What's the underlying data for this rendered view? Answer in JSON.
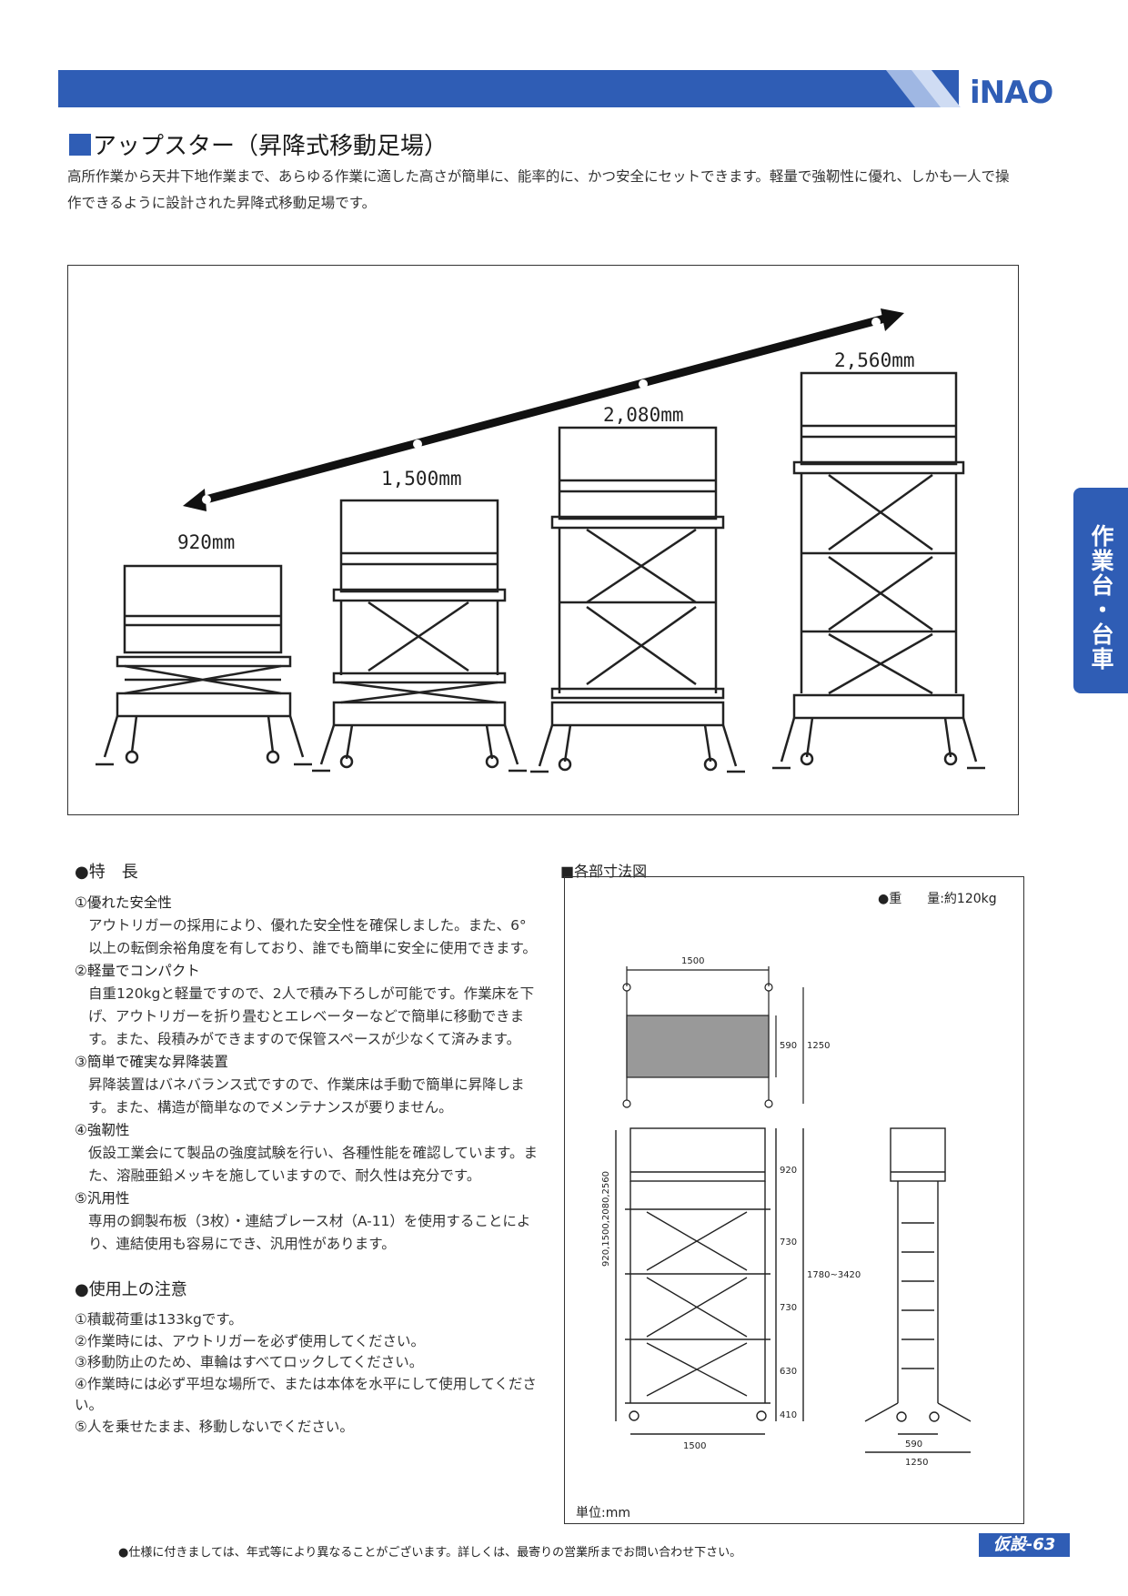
{
  "header": {
    "logo_text": "iNAO",
    "brand_color": "#2f5db5"
  },
  "page_title": "アップスター（昇降式移動足場）",
  "intro": "高所作業から天井下地作業まで、あらゆる作業に適した高さが簡単に、能率的に、かつ安全にセットできます。軽量で強靭性に優れ、しかも一人で操作できるように設計された昇降式移動足場です。",
  "photo": {
    "height_labels": [
      "920mm",
      "1,500mm",
      "2,080mm",
      "2,560mm"
    ]
  },
  "side_tab": "作業台・台車",
  "features": {
    "heading": "●特　長",
    "items": [
      {
        "title": "①優れた安全性",
        "body": "アウトリガーの採用により、優れた安全性を確保しました。また、6°以上の転倒余裕角度を有しており、誰でも簡単に安全に使用できます。"
      },
      {
        "title": "②軽量でコンパクト",
        "body": "自重120kgと軽量ですので、2人で積み下ろしが可能です。作業床を下げ、アウトリガーを折り畳むとエレベーターなどで簡単に移動できます。また、段積みができますので保管スペースが少なくて済みます。"
      },
      {
        "title": "③簡単で確実な昇降装置",
        "body": "昇降装置はバネバランス式ですので、作業床は手動で簡単に昇降します。また、構造が簡単なのでメンテナンスが要りません。"
      },
      {
        "title": "④強靭性",
        "body": "仮設工業会にて製品の強度試験を行い、各種性能を確認しています。また、溶融亜鉛メッキを施していますので、耐久性は充分です。"
      },
      {
        "title": "⑤汎用性",
        "body": "専用の鋼製布板（3枚）・連結ブレース材（A-11）を使用することにより、連結使用も容易にでき、汎用性があります。"
      }
    ]
  },
  "cautions": {
    "heading": "●使用上の注意",
    "items": [
      "①積載荷重は133kgです。",
      "②作業時には、アウトリガーを必ず使用してください。",
      "③移動防止のため、車輪はすべてロックしてください。",
      "④作業時には必ず平坦な場所で、または本体を水平にして使用してください。",
      "⑤人を乗せたまま、移動しないでください。"
    ]
  },
  "dimensions": {
    "heading": "■各部寸法図",
    "weight": "●重　　量:約120kg",
    "unit": "単位:mm",
    "labels": {
      "top_width": "1500",
      "deck_depth": "590",
      "total_depth": "1250",
      "front_width": "1500",
      "h_920": "920",
      "h_730a": "730",
      "h_730b": "730",
      "h_630": "630",
      "h_410": "410",
      "h_range": "1780~3420",
      "h_left": "920,1500,2080,2560",
      "side_590": "590",
      "side_1250": "1250"
    }
  },
  "footer": {
    "note": "●仕様に付きましては、年式等により異なることがございます。詳しくは、最寄りの営業所までお問い合わせ下さい。",
    "page": "仮設-63"
  }
}
